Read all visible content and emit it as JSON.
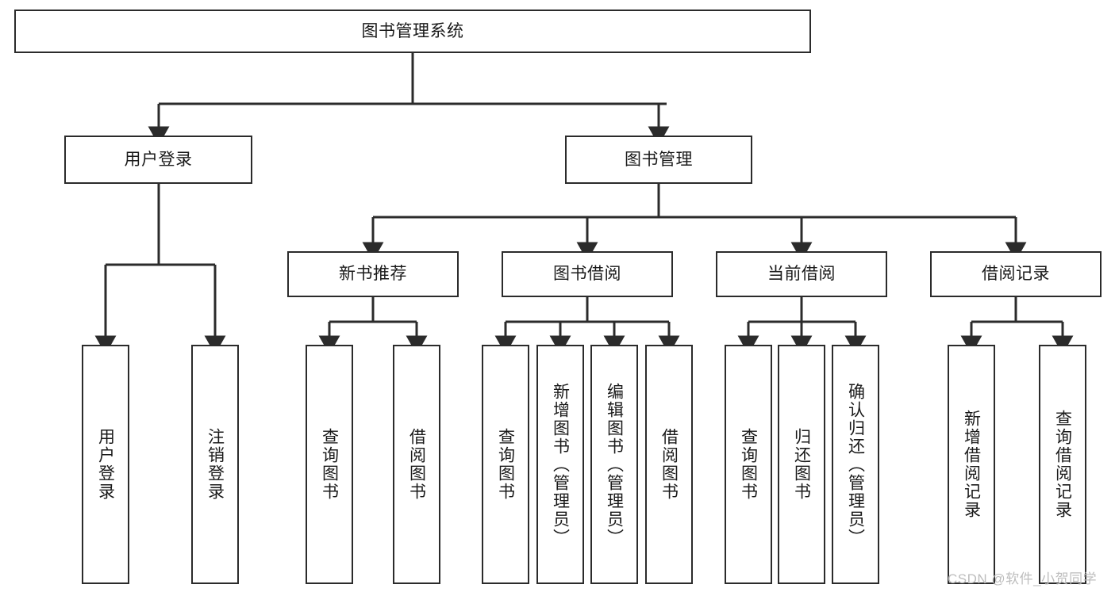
{
  "diagram": {
    "title_node": {
      "label": "图书管理系统"
    },
    "level2": [
      {
        "label": "用户登录"
      },
      {
        "label": "图书管理"
      }
    ],
    "level3": [
      {
        "label": "新书推荐"
      },
      {
        "label": "图书借阅"
      },
      {
        "label": "当前借阅"
      },
      {
        "label": "借阅记录"
      }
    ],
    "leaves": {
      "user_login": [
        {
          "label": "用户登录"
        },
        {
          "label": "注销登录"
        }
      ],
      "new_book_rec": [
        {
          "label": "查询图书"
        },
        {
          "label": "借阅图书"
        }
      ],
      "book_borrow": [
        {
          "label": "查询图书"
        },
        {
          "label": "新增图书（管理员）"
        },
        {
          "label": "编辑图书（管理员）"
        },
        {
          "label": "借阅图书"
        }
      ],
      "current_borrow": [
        {
          "label": "查询图书"
        },
        {
          "label": "归还图书"
        },
        {
          "label": "确认归还（管理员）"
        }
      ],
      "borrow_record": [
        {
          "label": "新增借阅记录"
        },
        {
          "label": "查询借阅记录"
        }
      ]
    }
  },
  "watermark": {
    "text": "CSDN @软件_小贺同学"
  },
  "colors": {
    "background": "#ffffff",
    "node_border": "#2b2b2b",
    "node_fill": "#ffffff",
    "edge": "#2b2b2b",
    "text": "#1a1a1a",
    "watermark": "#bdbdbd"
  }
}
